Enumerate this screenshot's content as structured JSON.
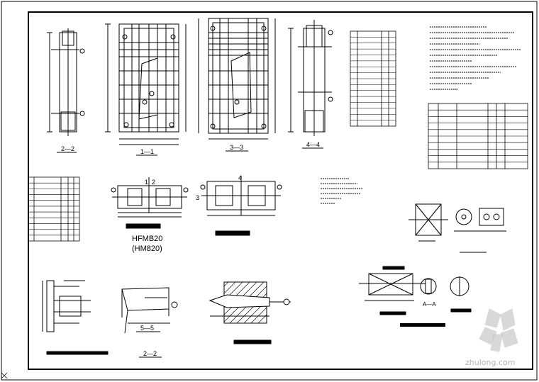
{
  "drawing": {
    "labels": {
      "sec_2_2_top": "2—2",
      "sec_1_1": "1—1",
      "sec_3_3": "3—3",
      "sec_4_4": "4—4",
      "sec_5_5": "5—5",
      "sec_2_2_bottom": "2—2",
      "anchor_main": "HFMB20",
      "anchor_sub": "(HM820)",
      "sec_a_a": "A—A",
      "mark_1": "1",
      "mark_2": "2",
      "mark_3": "3",
      "mark_4": "4"
    },
    "watermark": {
      "site": "zhulong.com"
    },
    "colors": {
      "line": "#000000",
      "background": "#ffffff",
      "watermark": "#c8c8c8"
    }
  }
}
